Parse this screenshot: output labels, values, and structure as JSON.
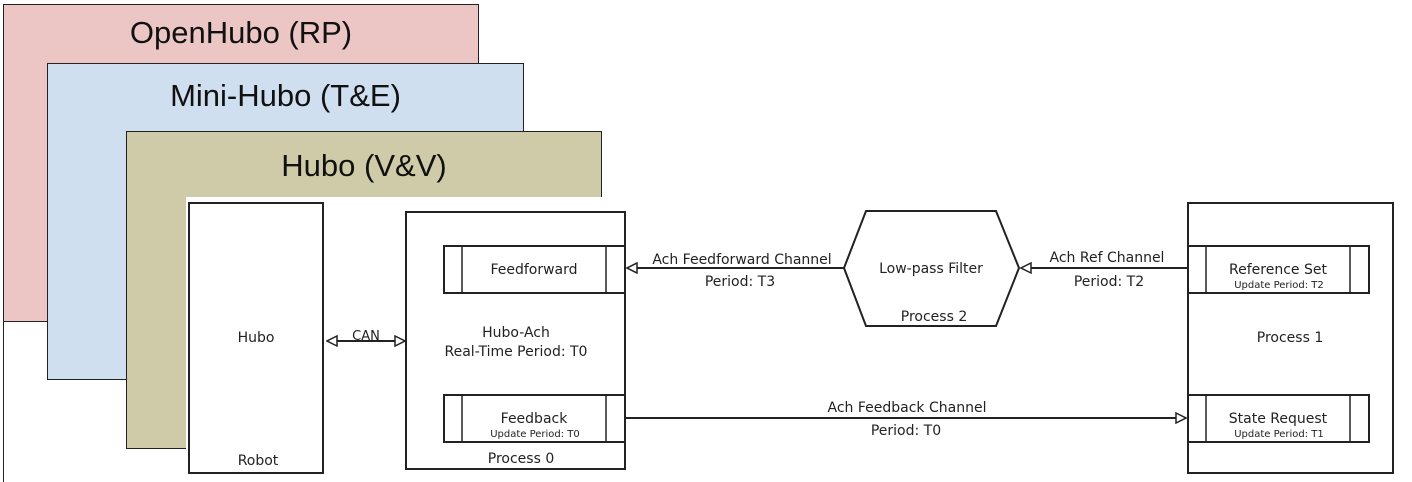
{
  "layers": {
    "openhubo": "OpenHubo (RP)",
    "minihubo": "Mini-Hubo (T&E)",
    "hubo": "Hubo (V&V)"
  },
  "robot_box": {
    "name": "Hubo",
    "caption": "Robot"
  },
  "can_link": "CAN",
  "process0": {
    "name": "Hubo-Ach",
    "period": "Real-Time Period: T0",
    "caption": "Process 0",
    "feedforward": "Feedforward",
    "feedback": "Feedback",
    "feedback_update": "Update Period: T0"
  },
  "feedforward_channel": {
    "name": "Ach Feedforward Channel",
    "period": "Period: T3"
  },
  "process2": {
    "name": "Low-pass Filter",
    "caption": "Process 2"
  },
  "ref_channel": {
    "name": "Ach Ref Channel",
    "period": "Period: T2"
  },
  "process1": {
    "caption": "Process 1",
    "reference_set": "Reference Set",
    "reference_update": "Update Period: T2",
    "state_request": "State Request",
    "state_update": "Update Period: T1"
  },
  "feedback_channel": {
    "name": "Ach Feedback Channel",
    "period": "Period: T0"
  },
  "colors": {
    "openhubo": "#ecc6c4",
    "minihubo": "#cfdff0",
    "hubo": "#cfcba8",
    "stroke": "#222222"
  }
}
